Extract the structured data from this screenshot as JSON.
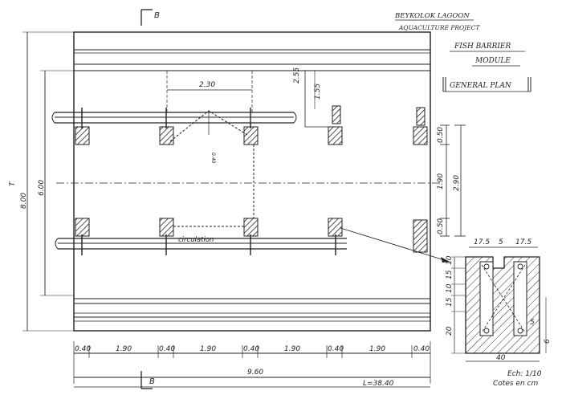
{
  "title_block": {
    "project_line1": "BEYKOLOK LAGOON",
    "project_line2": "AQUACULTURE PROJECT",
    "subject_line1": "FISH BARRIER",
    "subject_line2": "MODULE",
    "plan_label": "GENERAL PLAN"
  },
  "section_mark": {
    "label": "B"
  },
  "plan": {
    "circulation_label": "circulation",
    "dim_spacing": "2.30",
    "dim_top_a": "2.55",
    "dim_top_b": "1.55",
    "dim_width_outer": "8.00",
    "dim_width_outer_prefix": "T",
    "dim_width_inner": "6.00",
    "dim_right_050_top": "0.50",
    "dim_right_190": "1.90",
    "dim_right_290": "2.90",
    "dim_right_050_bot": "0.50",
    "bottom_dims": [
      "0.40",
      "1.90",
      "0.40",
      "1.90",
      "0.40",
      "1.90",
      "0.40",
      "1.90",
      "0.40"
    ],
    "total_length": "9.60",
    "grand_length": "L=38.40",
    "small_note": "0.40"
  },
  "detail": {
    "top_dims": [
      "17.5",
      "5",
      "17.5"
    ],
    "left_dims": [
      "10",
      "15",
      "10",
      "15",
      "20"
    ],
    "bottom_dim": "40",
    "right_note": "6",
    "inner_note": "5",
    "scale_line1": "Ech: 1/10",
    "scale_line2": "Cotes en cm"
  }
}
